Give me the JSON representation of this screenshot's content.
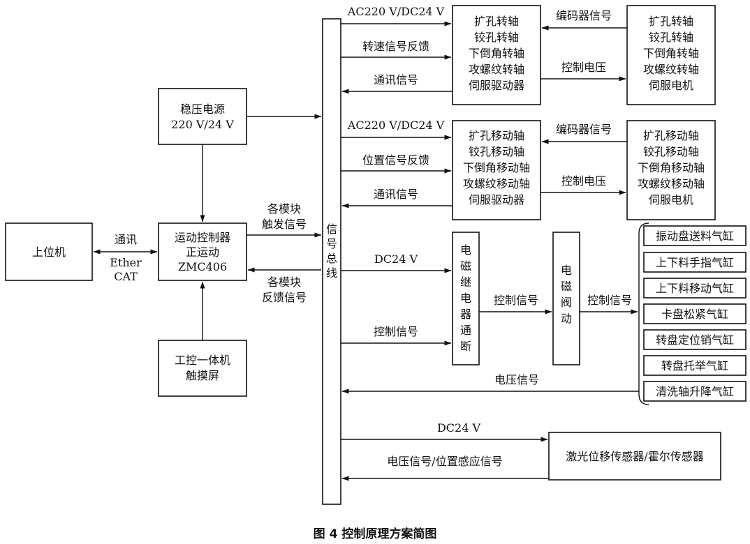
{
  "upper_computer": {
    "label": "上位机"
  },
  "link_upper": {
    "top": "通讯",
    "bottom": [
      "Ether",
      "CAT"
    ]
  },
  "power_supply": {
    "lines": [
      "稳压电源",
      "220 V/24 V"
    ]
  },
  "motion_controller": {
    "lines": [
      "运动控制器",
      "正运动",
      "ZMC406"
    ]
  },
  "ipc": {
    "lines": [
      "工控一体机",
      "触摸屏"
    ]
  },
  "trigger_signal": {
    "lines": [
      "各模块",
      "触发信号"
    ]
  },
  "feedback_signal": {
    "lines": [
      "各模块",
      "反馈信号"
    ]
  },
  "bus": {
    "lines": [
      "信",
      "号",
      "总",
      "线"
    ]
  },
  "spindle_driver": {
    "lines": [
      "扩孔转轴",
      "铰孔转轴",
      "下倒角转轴",
      "攻螺纹转轴",
      "伺服驱动器"
    ]
  },
  "spindle_motor": {
    "lines": [
      "扩孔转轴",
      "铰孔转轴",
      "下倒角转轴",
      "攻螺纹转轴",
      "伺服电机"
    ]
  },
  "move_driver": {
    "lines": [
      "扩孔移动轴",
      "铰孔移动轴",
      "下倒角移动轴",
      "攻螺纹移动轴",
      "伺服驱动器"
    ]
  },
  "move_motor": {
    "lines": [
      "扩孔移动轴",
      "铰孔移动轴",
      "下倒角移动轴",
      "攻螺纹移动轴",
      "伺服电机"
    ]
  },
  "relay": {
    "lines": [
      "电",
      "磁",
      "继",
      "电",
      "器",
      "通",
      "断"
    ]
  },
  "valve": {
    "lines": [
      "电",
      "磁",
      "阀",
      "动"
    ]
  },
  "cylinders": [
    "振动盘送料气缸",
    "上下料手指气缸",
    "上下料移动气缸",
    "卡盘松紧气缸",
    "转盘定位销气缸",
    "转盘托举气缸",
    "清洗轴升降气缸"
  ],
  "sensor": {
    "label": "激光位移传感器/霍尔传感器"
  },
  "labels": {
    "ac_power_1": "AC220 V/DC24 V",
    "speed_feedback": "转速信号反馈",
    "comm_1": "通讯信号",
    "encoder_1": "编码器信号",
    "ctrl_voltage_1": "控制电压",
    "ac_power_2": "AC220 V/DC24 V",
    "position_feedback": "位置信号反馈",
    "comm_2": "通讯信号",
    "encoder_2": "编码器信号",
    "ctrl_voltage_2": "控制电压",
    "dc_relay": "DC24 V",
    "ctrl_signal_relay": "控制信号",
    "ctrl_signal_valve": "控制信号",
    "ctrl_signal_cyl": "控制信号",
    "voltage_signal": "电压信号",
    "dc_sensor": "DC24 V",
    "sensor_signal": "电压信号/位置感应信号"
  },
  "caption": "图 4  控制原理方案简图"
}
